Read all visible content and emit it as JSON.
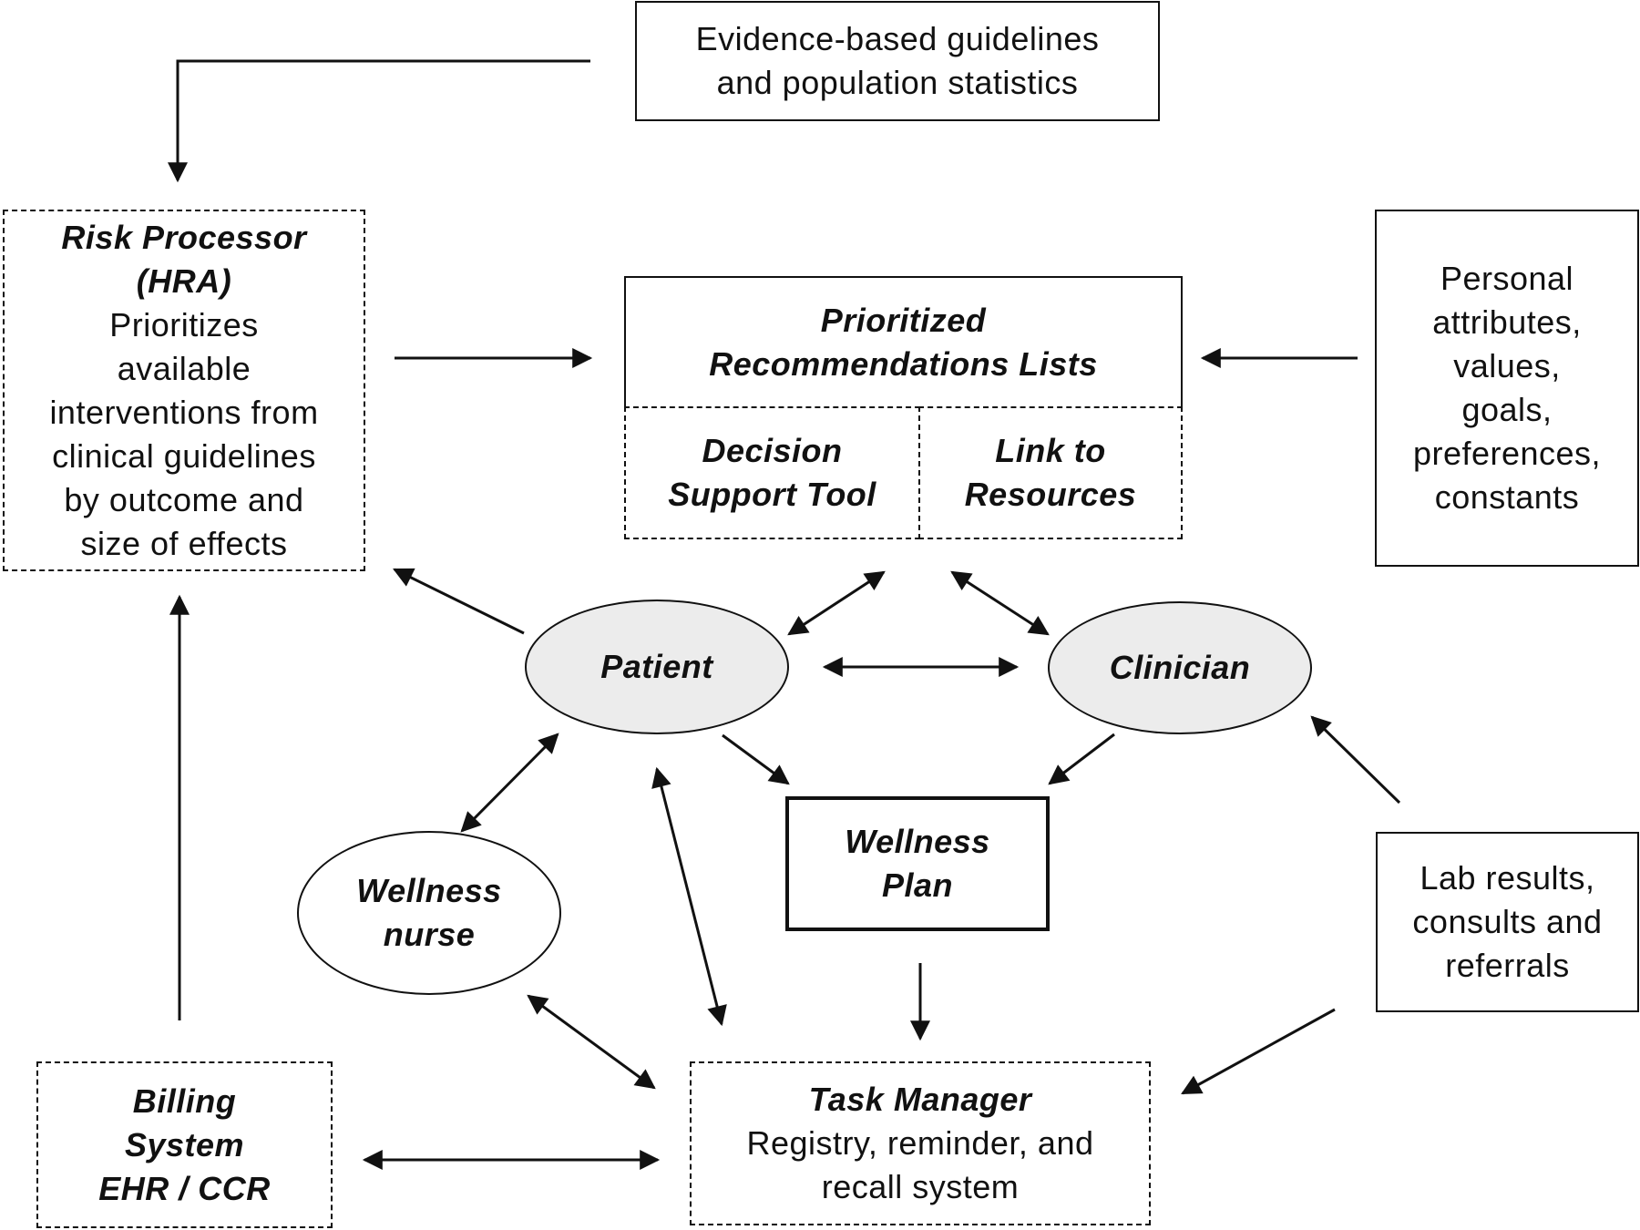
{
  "nodes": {
    "evidence": {
      "text_lines": [
        "Evidence-based guidelines",
        "and population statistics"
      ]
    },
    "risk_processor": {
      "title_lines": [
        "Risk Processor",
        "(HRA)"
      ],
      "text_lines": [
        "Prioritizes",
        "available",
        "interventions from",
        "clinical guidelines",
        "by outcome and",
        "size of effects"
      ]
    },
    "recommendations": {
      "title_lines": [
        "Prioritized",
        "Recommendations Lists"
      ]
    },
    "decision_support": {
      "title_lines": [
        "Decision",
        "Support Tool"
      ]
    },
    "link_resources": {
      "title_lines": [
        "Link to",
        "Resources"
      ]
    },
    "personal_attributes": {
      "text_lines": [
        "Personal",
        "attributes,",
        "values,",
        "goals,",
        "preferences,",
        "constants"
      ]
    },
    "patient": {
      "title_lines": [
        "Patient"
      ]
    },
    "clinician": {
      "title_lines": [
        "Clinician"
      ]
    },
    "wellness_plan": {
      "title_lines": [
        "Wellness",
        "Plan"
      ]
    },
    "wellness_nurse": {
      "title_lines": [
        "Wellness",
        "nurse"
      ]
    },
    "lab_results": {
      "text_lines": [
        "Lab results,",
        "consults and",
        "referrals"
      ]
    },
    "billing": {
      "title_lines": [
        "Billing",
        "System",
        "EHR / CCR"
      ]
    },
    "task_manager": {
      "title_lines": [
        "Task Manager"
      ],
      "text_lines": [
        "Registry, reminder, and",
        "recall system"
      ]
    }
  }
}
